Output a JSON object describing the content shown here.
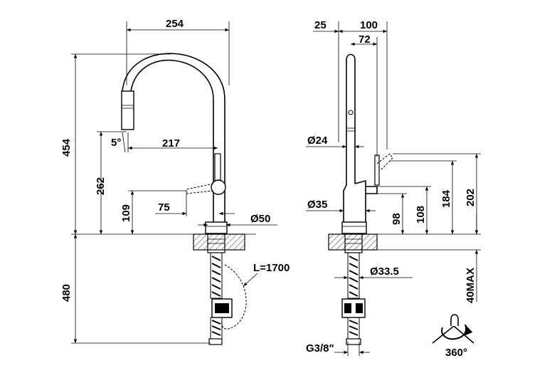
{
  "left_view": {
    "dim_width": "254",
    "dim_height_total": "454",
    "dim_spout_height": "262",
    "dim_spout_reach": "217",
    "dim_angle": "5°",
    "dim_lever_height": "109",
    "dim_lever_reach": "75",
    "dim_body_diameter": "Ø50",
    "dim_below_deck": "480",
    "dim_hose_length": "L=1700"
  },
  "right_view": {
    "dim_offset_25": "25",
    "dim_depth_100": "100",
    "dim_depth_72": "72",
    "dim_tube_diameter": "Ø24",
    "dim_base_diameter": "Ø35",
    "dim_98": "98",
    "dim_108": "108",
    "dim_184": "184",
    "dim_202": "202",
    "dim_deck_max": "40MAX",
    "dim_shank_diameter": "Ø33.5",
    "dim_thread": "G3/8\""
  },
  "rotation": {
    "label": "360°"
  }
}
